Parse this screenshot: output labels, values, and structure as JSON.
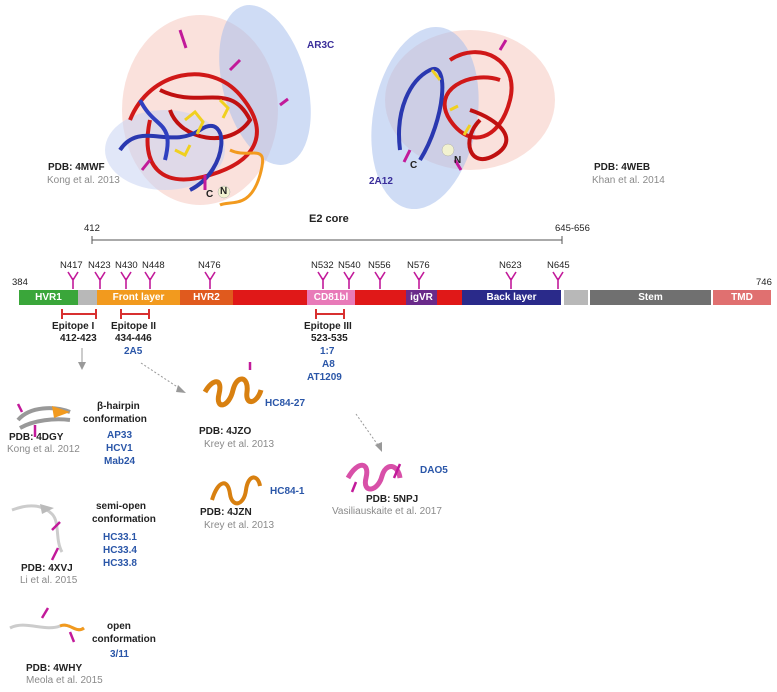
{
  "structures": {
    "left": {
      "pdb": "PDB: 4MWF",
      "cite": "Kong et al. 2013",
      "antibody": "AR3C",
      "term_c": "C",
      "term_n": "N"
    },
    "right": {
      "pdb": "PDB: 4WEB",
      "cite": "Khan et al. 2014",
      "antibody": "2A12",
      "term_c": "C",
      "term_n": "N"
    }
  },
  "core": {
    "label": "E2 core",
    "start": "412",
    "end": "645-656"
  },
  "domain_map": {
    "start": "384",
    "end": "746",
    "segments": [
      "HVR1",
      "Front layer",
      "HVR2",
      "CD81bl",
      "igVR",
      "Back layer",
      "Stem",
      "TMD"
    ],
    "glycosites": [
      "N417",
      "N423",
      "N430",
      "N448",
      "N476",
      "N532",
      "N540",
      "N556",
      "N576",
      "N623",
      "N645"
    ],
    "colors": {
      "hvr1": "#3aa63a",
      "front": "#f29a1e",
      "hvr2": "#e05a1e",
      "red": "#e01818",
      "cd81": "#e87ab8",
      "igvr": "#6a2a8a",
      "back": "#2a2a8a",
      "gray": "#b8b8b8",
      "stem": "#707070",
      "tmd": "#e07070",
      "glycan": "#c21a9a",
      "epitope": "#d83030"
    }
  },
  "epitopes": [
    {
      "name": "Epitope I",
      "range": "412-423"
    },
    {
      "name": "Epitope II",
      "range": "434-446",
      "antibodies": [
        "2A5"
      ]
    },
    {
      "name": "Epitope III",
      "range": "523-535",
      "antibodies": [
        "1:7",
        "A8",
        "AT1209"
      ]
    }
  ],
  "conformations": [
    {
      "pdb": "PDB: 4DGY",
      "cite": "Kong et al. 2012",
      "title": [
        "β-hairpin",
        "conformation"
      ],
      "antibodies": [
        "AP33",
        "HCV1",
        "Mab24"
      ]
    },
    {
      "pdb": "PDB: 4XVJ",
      "cite": "Li et al. 2015",
      "title": [
        "semi-open",
        "conformation"
      ],
      "antibodies": [
        "HC33.1",
        "HC33.4",
        "HC33.8"
      ]
    },
    {
      "pdb": "PDB: 4WHY",
      "cite": "Meola et al. 2015",
      "title": [
        "open",
        "conformation"
      ],
      "antibodies": [
        "3/11"
      ]
    }
  ],
  "epitope2_structures": [
    {
      "pdb": "PDB: 4JZO",
      "cite": "Krey et al. 2013",
      "antibody": "HC84-27"
    },
    {
      "pdb": "PDB: 4JZN",
      "cite": "Krey et al. 2013",
      "antibody": "HC84-1"
    }
  ],
  "epitope3_structure": {
    "pdb": "PDB: 5NPJ",
    "cite": "Vasiliauskaite et al. 2017",
    "antibody": "DAO5"
  }
}
